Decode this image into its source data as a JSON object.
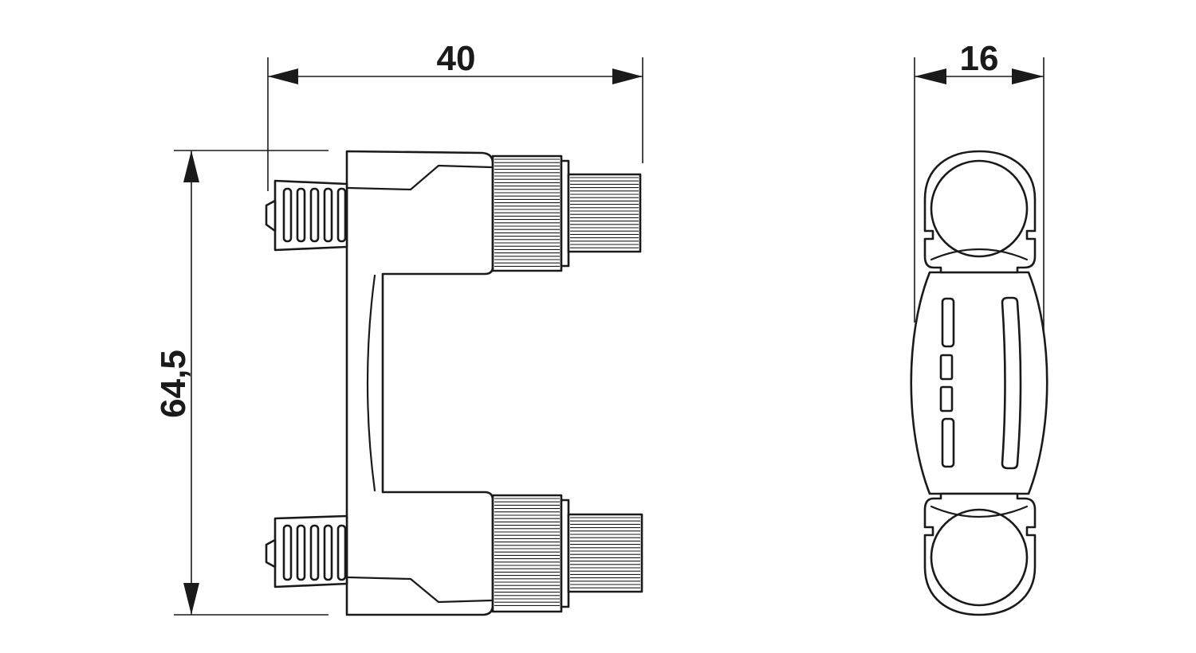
{
  "dimensions": {
    "width_label": "40",
    "height_label": "64,5",
    "depth_label": "16"
  },
  "colors": {
    "line": "#1a1a1a",
    "background": "#ffffff"
  }
}
